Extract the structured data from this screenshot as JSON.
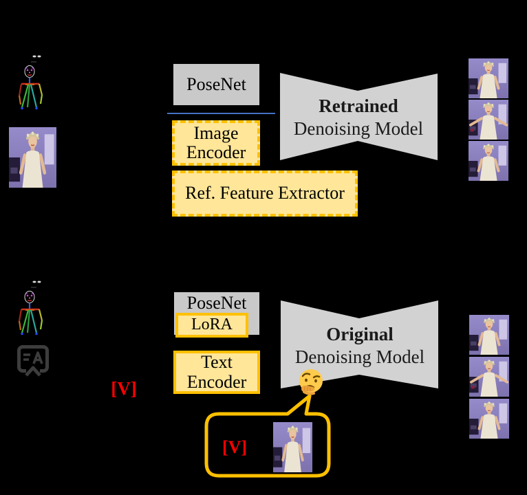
{
  "figure": {
    "background": "#000000",
    "type": "two-pipeline comparison diagram"
  },
  "colors": {
    "accent_gold": "#FFC000",
    "box_yellow_fill": "#FFE699",
    "box_gray_fill": "#C9C9C9",
    "model_gray_fill": "#D2D2D2",
    "divider_blue": "#4472C4",
    "token_red": "#FF0000",
    "caption_icon_gray": "#3D3D3D"
  },
  "pipeline_a": {
    "posenet_label": "PoseNet",
    "image_encoder_label": "Image Encoder",
    "ref_feature_extractor_label": "Ref. Feature Extractor",
    "model_name": "Retrained",
    "model_type": "Denoising Model"
  },
  "pipeline_b": {
    "posenet_label": "PoseNet",
    "lora_label": "LoRA",
    "text_encoder_label": "Text Encoder",
    "model_name": "Original",
    "model_type": "Denoising Model",
    "identifier_token": "[V]",
    "bubble_token": "[V]"
  },
  "icons": {
    "pose_input": "pose-skeleton-icon",
    "reference_image": "reference-photo",
    "text_prompt": "caption-icon",
    "reasoning": "thinking-face-icon",
    "association": "speech-bubble",
    "outputs": "generated-video-frames"
  }
}
